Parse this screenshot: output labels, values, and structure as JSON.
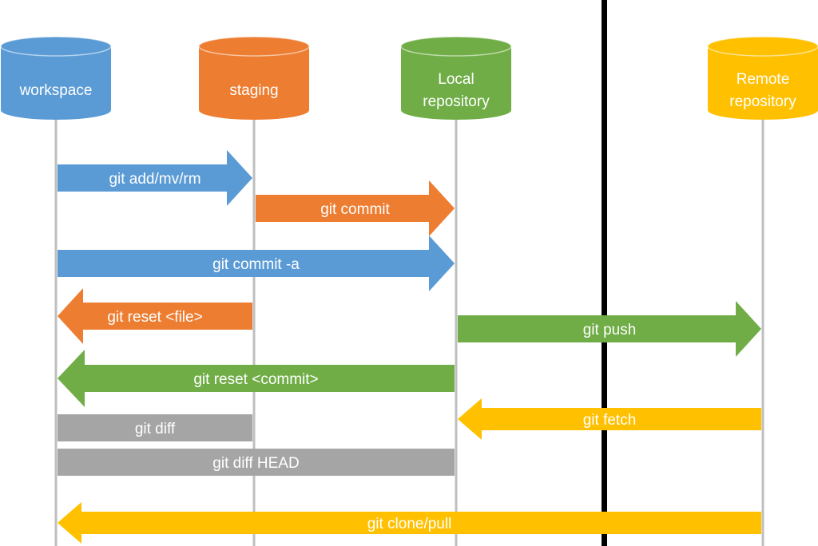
{
  "stores": [
    {
      "id": "workspace",
      "lines": [
        "workspace"
      ],
      "color": "#5B9BD5"
    },
    {
      "id": "staging",
      "lines": [
        "staging"
      ],
      "color": "#ED7D31"
    },
    {
      "id": "local-repository",
      "lines": [
        "Local",
        "repository"
      ],
      "color": "#70AD47"
    },
    {
      "id": "remote-repository",
      "lines": [
        "Remote",
        "repository"
      ],
      "color": "#FFC000"
    }
  ],
  "operations": [
    {
      "id": "git-add",
      "label": "git add/mv/rm",
      "from": "workspace",
      "to": "staging",
      "color": "#5B9BD5"
    },
    {
      "id": "git-commit",
      "label": "git commit",
      "from": "staging",
      "to": "local-repository",
      "color": "#ED7D31"
    },
    {
      "id": "git-commit-a",
      "label": "git commit -a",
      "from": "workspace",
      "to": "local-repository",
      "color": "#5B9BD5"
    },
    {
      "id": "git-reset-file",
      "label": "git reset <file>",
      "from": "staging",
      "to": "workspace",
      "color": "#ED7D31"
    },
    {
      "id": "git-push",
      "label": "git push",
      "from": "local-repository",
      "to": "remote-repository",
      "color": "#70AD47"
    },
    {
      "id": "git-reset-commit",
      "label": "git reset <commit>",
      "from": "local-repository",
      "to": "workspace",
      "color": "#70AD47"
    },
    {
      "id": "git-fetch",
      "label": "git fetch",
      "from": "remote-repository",
      "to": "local-repository",
      "color": "#FFC000"
    },
    {
      "id": "git-diff",
      "label": "git diff",
      "from": "workspace",
      "to": "staging",
      "color": "#A5A5A5",
      "shape": "bar"
    },
    {
      "id": "git-diff-head",
      "label": "git diff HEAD",
      "from": "workspace",
      "to": "local-repository",
      "color": "#A5A5A5",
      "shape": "bar"
    },
    {
      "id": "git-clone-pull",
      "label": "git clone/pull",
      "from": "remote-repository",
      "to": "workspace",
      "color": "#FFC000"
    }
  ],
  "colors": {
    "lifeline": "#BFBFBF",
    "divider": "#000000",
    "label": "#FFFFFF"
  }
}
